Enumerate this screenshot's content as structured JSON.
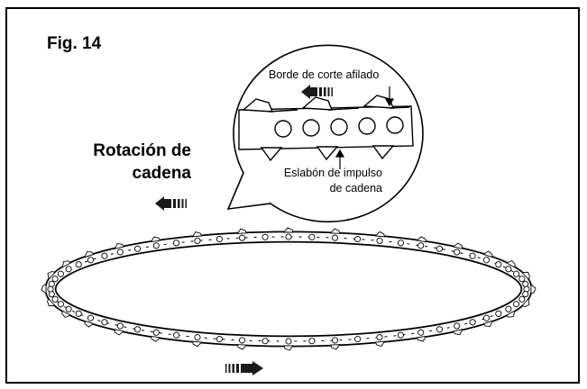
{
  "figure": {
    "label": "Fig. 14"
  },
  "rotation": {
    "line1": "Rotación de",
    "line2": "cadena"
  },
  "callouts": {
    "cutting_edge": "Borde de corte afilado",
    "drive_link_line1": "Eslabón de impulso",
    "drive_link_line2": "de cadena"
  },
  "colors": {
    "line": "#000000",
    "background": "#ffffff",
    "arrow_fill": "#1a1a1a"
  },
  "icons": [
    "direction-arrow-left-icon",
    "direction-arrow-right-icon",
    "pointer-arrow-icon"
  ]
}
